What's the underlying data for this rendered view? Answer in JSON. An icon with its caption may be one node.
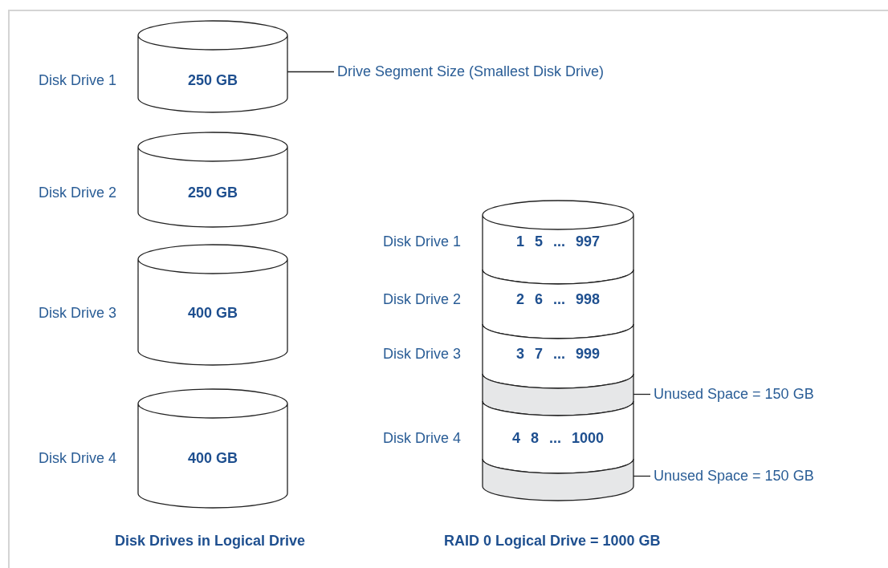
{
  "diagram": {
    "nodes": [
      {
        "text": [
          "250 GB"
        ],
        "beside": [
          "Disk Drive 1"
        ]
      },
      {
        "text": [
          "Drive Segment Size (Smallest Disk Drive)"
        ]
      },
      {
        "text": [
          "250 GB"
        ],
        "beside": [
          "Disk Drive 2"
        ]
      },
      {
        "text": [
          "400 GB"
        ],
        "beside": [
          "Disk Drive 3"
        ]
      },
      {
        "text": [
          "400 GB"
        ],
        "beside": [
          "Disk Drive 4"
        ]
      },
      {
        "text": [
          "1 5 ... 997"
        ],
        "beside": [
          "Disk Drive 1"
        ]
      },
      {
        "text": [
          "2 6 ... 998"
        ],
        "beside": [
          "Disk Drive 2"
        ]
      },
      {
        "text": [
          "3 7 ... 999"
        ],
        "beside": [
          "Disk Drive 3"
        ]
      },
      {
        "text": [],
        "shape": "bar"
      },
      {
        "text": [
          "Unused Space = 150 GB"
        ]
      },
      {
        "text": [
          "4 8 ... 1000"
        ],
        "beside": [
          "Disk Drive 4"
        ]
      },
      {
        "text": [],
        "shape": "bar"
      },
      {
        "text": [
          "Unused Space = 150 GB"
        ]
      }
    ],
    "edges": [
      {
        "from": 1,
        "to": 0,
        "arrow": "none"
      },
      {
        "from": 9,
        "to": 8,
        "arrow": "none"
      },
      {
        "from": 12,
        "to": 11,
        "arrow": "none"
      }
    ],
    "labels": [
      "Disk Drives in Logical Drive",
      "RAID 0 Logical Drive = 1000 GB"
    ]
  }
}
